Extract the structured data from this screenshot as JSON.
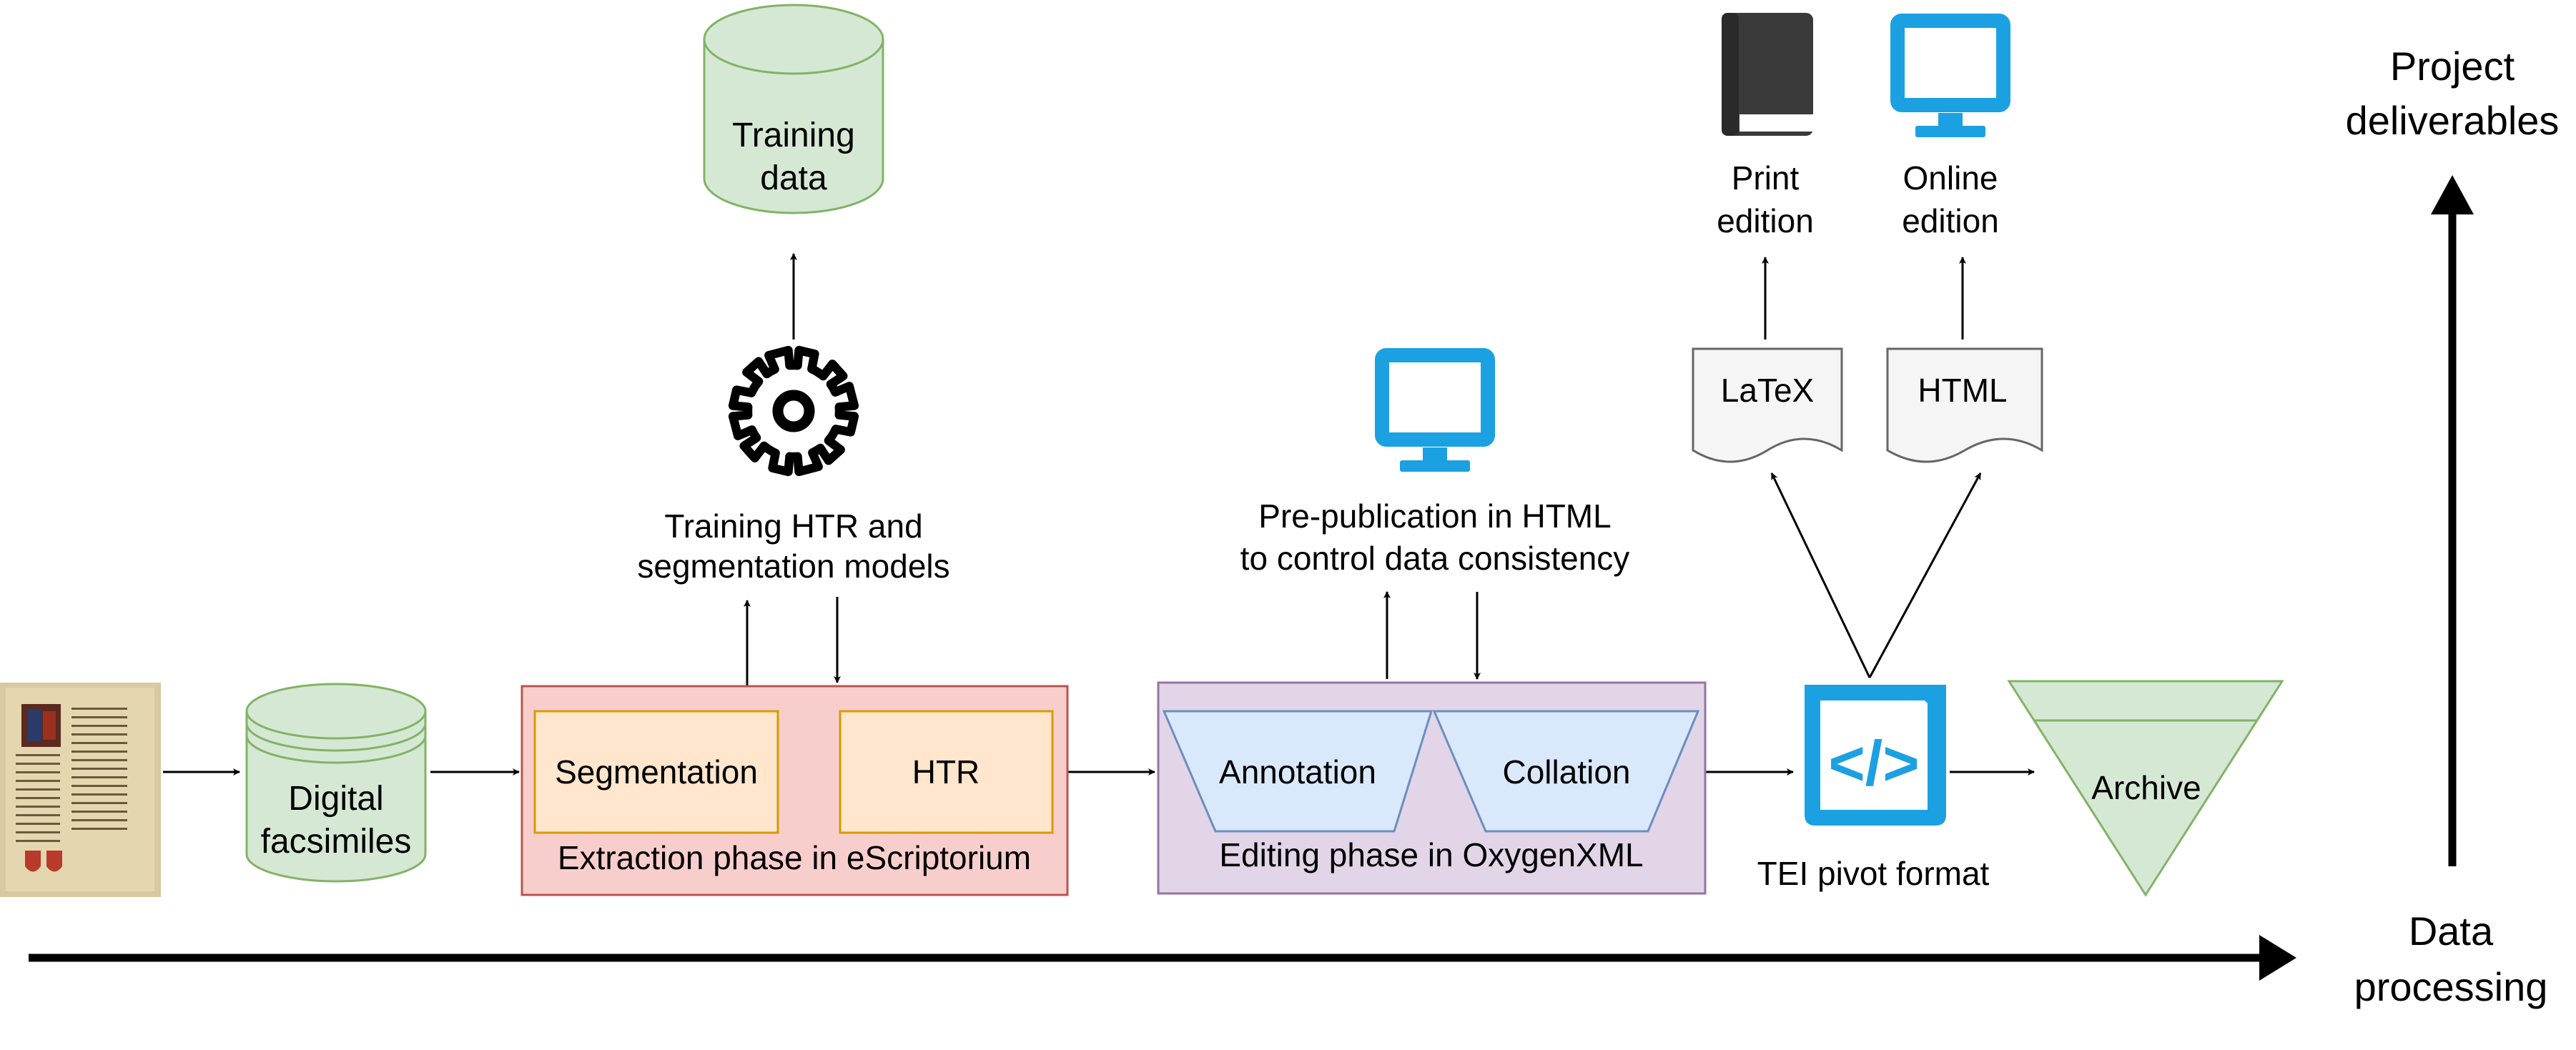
{
  "labels": {
    "training_data_line1": "Training",
    "training_data_line2": "data",
    "training_models_line1": "Training HTR and",
    "training_models_line2": "segmentation models",
    "digital_facsimiles_line1": "Digital",
    "digital_facsimiles_line2": "facsimiles",
    "segmentation": "Segmentation",
    "htr": "HTR",
    "extraction_phase": "Extraction phase in eScriptorium",
    "annotation": "Annotation",
    "collation": "Collation",
    "editing_phase": "Editing phase in OxygenXML",
    "prepublication_line1": "Pre-publication in HTML",
    "prepublication_line2": "to control data consistency",
    "tei_pivot": "TEI pivot format",
    "latex": "LaTeX",
    "html_doc": "HTML",
    "print_edition_line1": "Print",
    "print_edition_line2": "edition",
    "online_edition_line1": "Online",
    "online_edition_line2": "edition",
    "archive": "Archive",
    "project_deliverables_line1": "Project",
    "project_deliverables_line2": "deliverables",
    "data_processing_line1": "Data",
    "data_processing_line2": "processing"
  },
  "icons": {
    "code_symbol": "</>"
  },
  "colors": {
    "green_fill": "#d5e8d4",
    "green_stroke": "#82b366",
    "red_fill": "#f8cecc",
    "red_stroke": "#b85450",
    "orange_fill": "#ffe6cc",
    "orange_stroke": "#d79b00",
    "purple_fill": "#e1d5e7",
    "purple_stroke": "#9673a6",
    "blue_fill": "#dae8fc",
    "blue_stroke": "#6c8ebf",
    "cyan_icon": "#1ba1e2",
    "doc_fill": "#f5f5f5",
    "doc_stroke": "#666666",
    "book": "#3a3a3a"
  }
}
